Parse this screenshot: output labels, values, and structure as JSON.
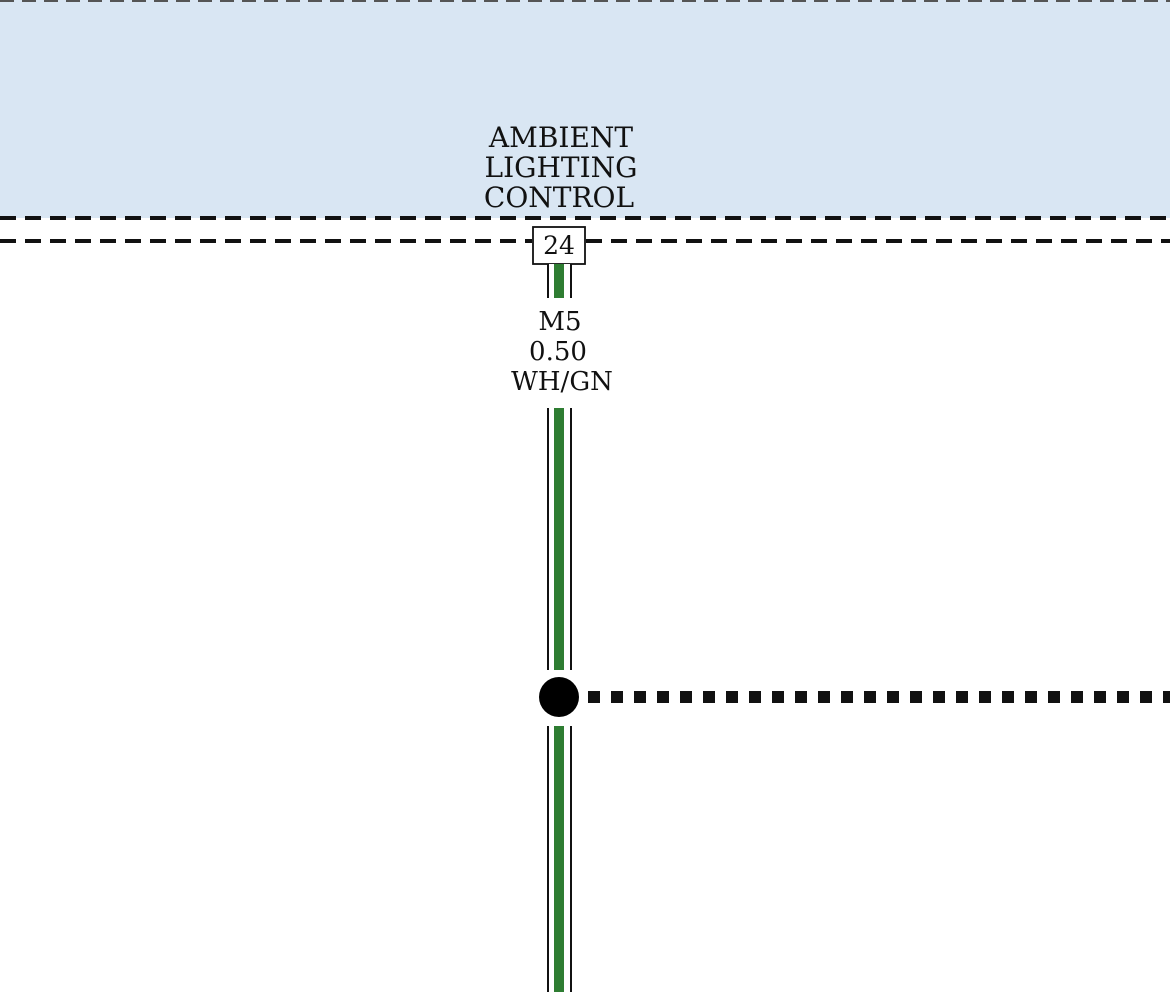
{
  "module": {
    "name_lines": [
      "AMBIENT",
      "LIGHTING",
      "CONTROL"
    ],
    "fill_color": "#d9e6f3"
  },
  "connector": {
    "pin": "24"
  },
  "wire": {
    "circuit": "M5",
    "gauge": "0.50",
    "color_code": "WH/GN",
    "stripe_color": "#2e7d32",
    "base_color": "#ffffff"
  },
  "splice": {
    "icon": "splice-dot-icon"
  }
}
